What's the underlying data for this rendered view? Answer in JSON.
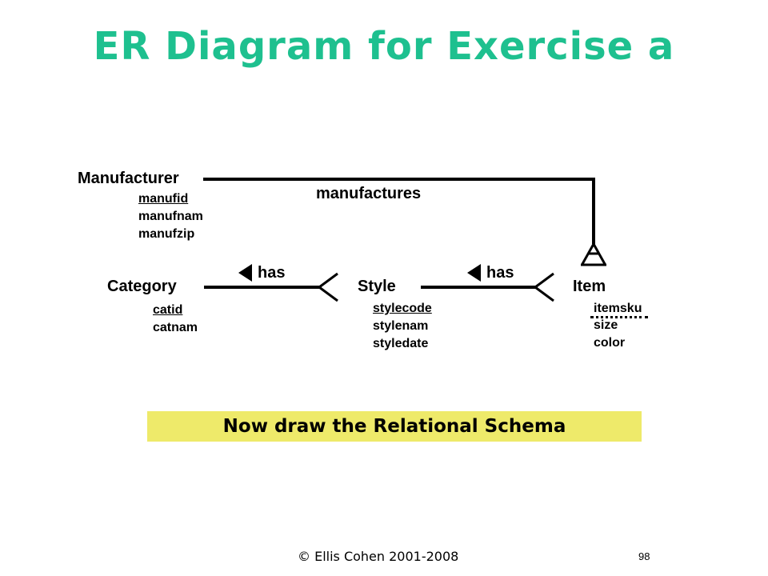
{
  "title": "ER Diagram for Exercise a",
  "entities": {
    "manufacturer": {
      "name": "Manufacturer",
      "attrs": [
        "manufid",
        "manufnam",
        "manufzip"
      ]
    },
    "category": {
      "name": "Category",
      "attrs": [
        "catid",
        "catnam"
      ]
    },
    "style": {
      "name": "Style",
      "attrs": [
        "stylecode",
        "stylenam",
        "styledate"
      ]
    },
    "item": {
      "name": "Item",
      "attrs": [
        "itemsku",
        "size",
        "color"
      ]
    }
  },
  "relationships": {
    "manufactures": "manufactures",
    "has_category_style": "has",
    "has_style_item": "has"
  },
  "banner": "Now draw the Relational Schema",
  "footer": "© Ellis Cohen 2001-2008",
  "page_number": "98",
  "colors": {
    "title": "#1ec08f",
    "banner_bg": "#eeea6a",
    "line": "#000000"
  }
}
